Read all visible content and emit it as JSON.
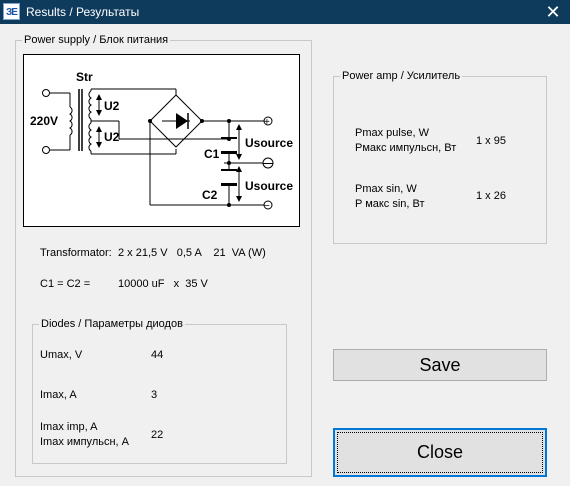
{
  "window": {
    "title": "Results / Результаты",
    "icon_text": "ЗЕ",
    "close_glyph": "✕"
  },
  "power_supply": {
    "legend": "Power supply / Блок питания",
    "schematic_labels": {
      "str": "Str",
      "mains": "220V",
      "u2_top": "U2",
      "u2_bottom": "U2",
      "c1": "C1",
      "c2": "C2",
      "usource_top": "Usource",
      "usource_bottom": "Usource",
      "plus": "+",
      "minus": "−"
    },
    "transformator_label": "Transformator:",
    "transformator_value": "2 x 21,5 V   0,5 A    21  VA (W)",
    "capacitor_label": "C1 = C2 =",
    "capacitor_value": "10000 uF   x  35 V"
  },
  "diodes": {
    "legend": "Diodes / Параметры диодов",
    "umax_label": "Umax, V",
    "umax_value": "44",
    "imax_label": "Imax, A",
    "imax_value": "3",
    "imax_imp_label_1": "Imax imp, A",
    "imax_imp_label_2": "Imax импульсн, A",
    "imax_imp_value": "22"
  },
  "power_amp": {
    "legend": "Power amp / Усилитель",
    "pmax_pulse_label_1": "Pmax pulse, W",
    "pmax_pulse_label_2": "Pмакс импульсн, Вт",
    "pmax_pulse_value": "1 x 95",
    "pmax_sin_label_1": "Pmax sin, W",
    "pmax_sin_label_2": "P макс sin, Вт",
    "pmax_sin_value": "1 x 26"
  },
  "buttons": {
    "save": "Save",
    "close": "Close"
  }
}
